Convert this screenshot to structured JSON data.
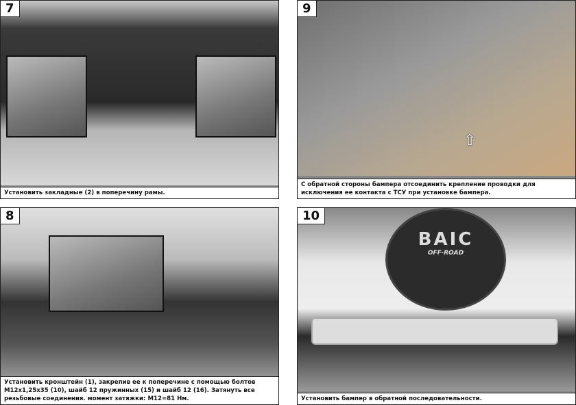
{
  "steps": [
    {
      "number": "7",
      "caption": "Установить закладные (2) в поперечину рамы."
    },
    {
      "number": "9",
      "caption": "С обратной стороны бампера отсоединить крепление проводки для исключения ее контакта с ТСУ при установке бампера."
    },
    {
      "number": "8",
      "caption": "Установить кронштейн (1), закрепив ее к поперечине с помощью болтов M12x1,25x35 (10), шайб 12 пружинных (15) и шайб 12 (16). Затянуть все резьбовые соединения. момент затяжки: M12=81 Нм."
    },
    {
      "number": "10",
      "caption": "Установить бампер в обратной последовательности."
    }
  ],
  "spare_tire_logo": {
    "brand": "BAIC",
    "sub": "OFF-ROAD"
  }
}
